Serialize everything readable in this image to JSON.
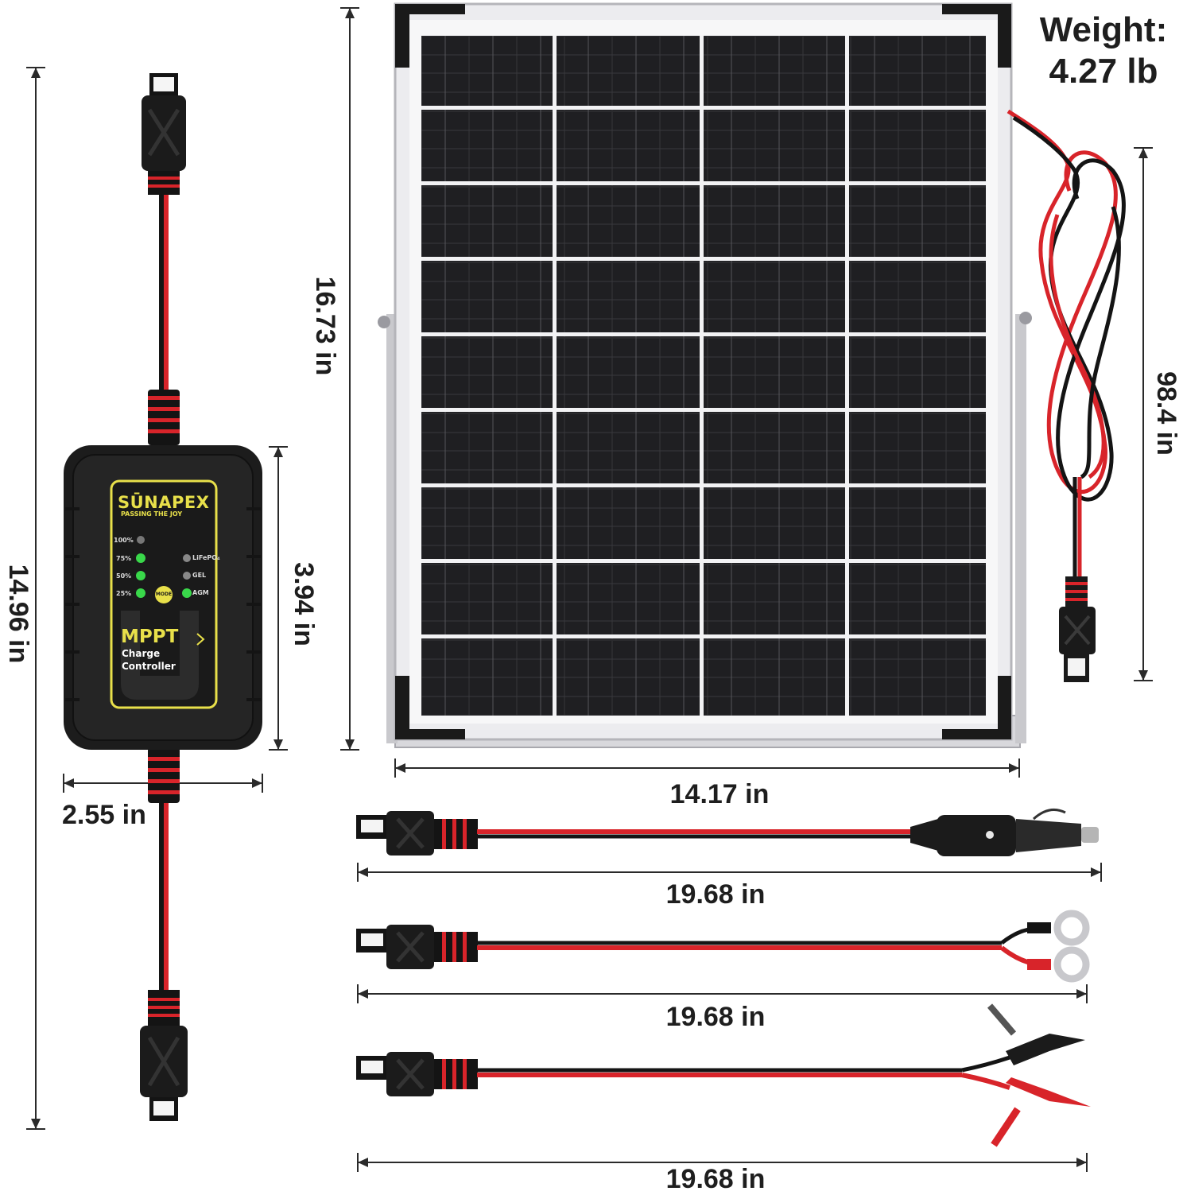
{
  "weight": {
    "line1": "Weight:",
    "line2": "4.27 lb"
  },
  "dimensions": {
    "panel_height": "16.73 in",
    "panel_width": "14.17 in",
    "panel_cable": "98.4 in",
    "controller_total": "14.96 in",
    "controller_body": "3.94 in",
    "controller_width": "2.55 in",
    "cable_cigarette": "19.68 in",
    "cable_ring": "19.68 in",
    "cable_clip": "19.68 in"
  },
  "controller": {
    "brand": "SŪNAPEX",
    "tagline": "PASSING THE JOY",
    "title": "MPPT",
    "subtitle_1": "Charge",
    "subtitle_2": "Controller",
    "mode_label": "MODE",
    "levels": [
      "100%",
      "75%",
      "50%",
      "25%"
    ],
    "battery_types": [
      "LiFePO₄",
      "GEL",
      "AGM"
    ],
    "accent_color": "#e8e04a",
    "led_on_color": "#39d84a"
  }
}
